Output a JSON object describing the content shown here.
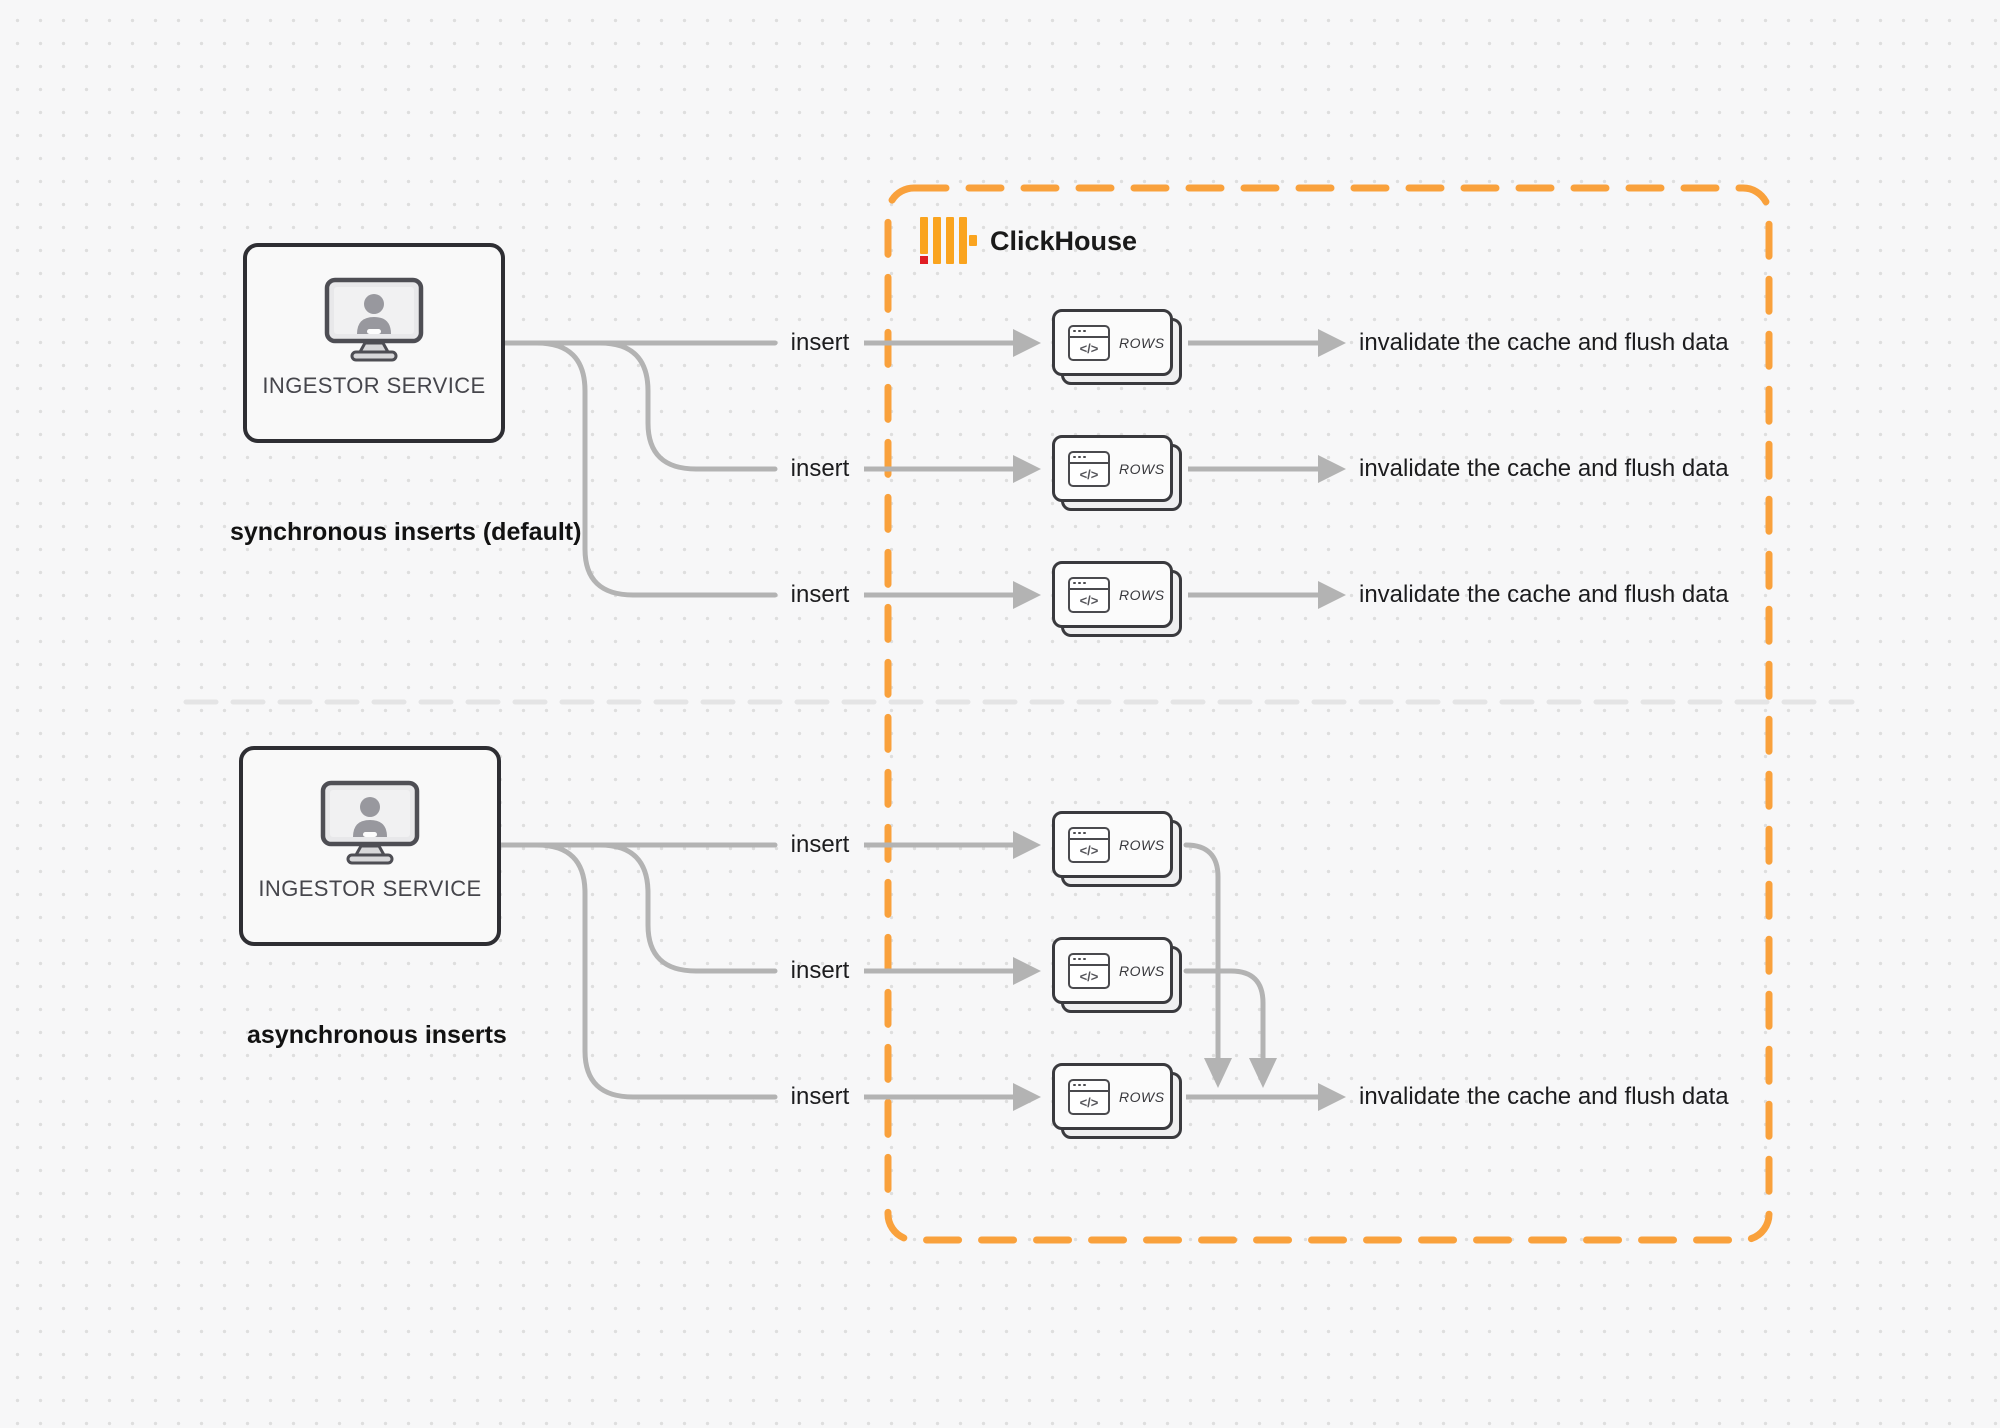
{
  "clickhouse": {
    "label": "ClickHouse"
  },
  "icons": {
    "code_glyph": "</>"
  },
  "colors": {
    "boundary_orange": "#f9a13c",
    "logo_orange": "#faa41f",
    "logo_red": "#e01e24",
    "connector_gray": "#b3b3b3",
    "divider_gray": "#e4e4e5"
  },
  "sync_section": {
    "service_label": "INGESTOR SERVICE",
    "caption": "synchronous inserts (default)",
    "rows": [
      {
        "insert": "insert",
        "rows_label": "ROWS",
        "result": "invalidate the cache and flush data"
      },
      {
        "insert": "insert",
        "rows_label": "ROWS",
        "result": "invalidate the cache and flush data"
      },
      {
        "insert": "insert",
        "rows_label": "ROWS",
        "result": "invalidate the cache and flush data"
      }
    ]
  },
  "async_section": {
    "service_label": "INGESTOR SERVICE",
    "caption": "asynchronous inserts",
    "rows": [
      {
        "insert": "insert",
        "rows_label": "ROWS"
      },
      {
        "insert": "insert",
        "rows_label": "ROWS"
      },
      {
        "insert": "insert",
        "rows_label": "ROWS",
        "result": "invalidate the cache and flush data"
      }
    ]
  }
}
